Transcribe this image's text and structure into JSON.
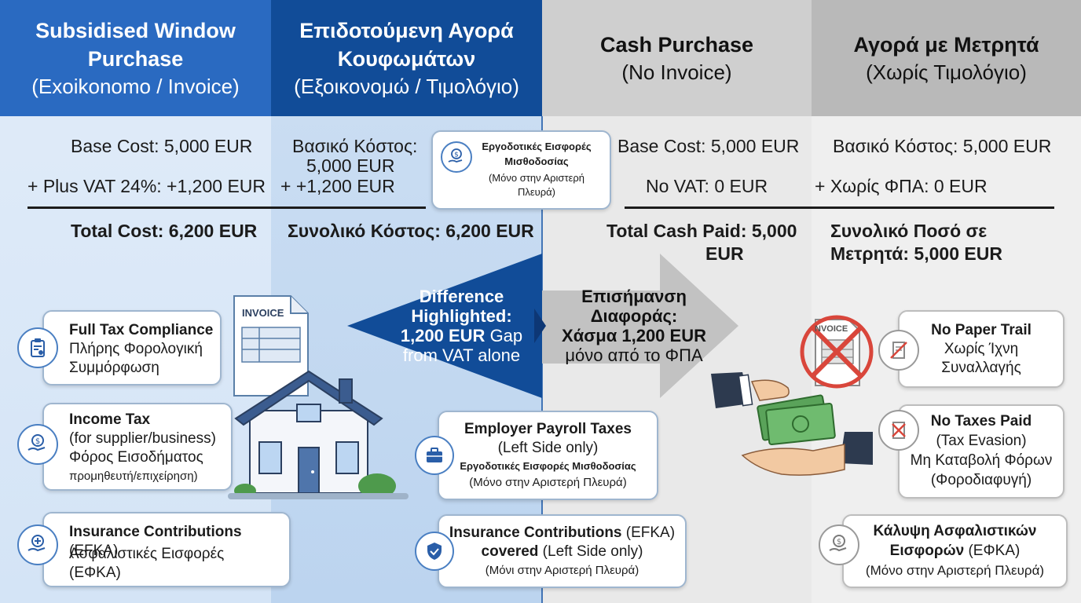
{
  "columns": [
    {
      "title": "Subsidised Window Purchase",
      "subtitle": "(Exoikonomo / Invoice)"
    },
    {
      "title": "Επιδοτούμενη Αγορά Κουφωμάτων",
      "subtitle": "(Εξοικονομώ / Τιμολόγιο)"
    },
    {
      "title": "Cash Purchase",
      "subtitle": "(No Invoice)"
    },
    {
      "title": "Αγορά με Μετρητά",
      "subtitle": "(Χωρίς Τιμολόγιο)"
    }
  ],
  "costs": {
    "col1": {
      "base": "Base Cost: 5,000 EUR",
      "vat": "+ Plus VAT 24%: +1,200 EUR",
      "total": "Total Cost: 6,200 EUR"
    },
    "col2": {
      "base_l1": "Βασικό Κόστος:",
      "base_l2": "5,000 EUR",
      "vat": "+ +1,200 EUR",
      "total": "Συνολικό Κόστος: 6,200 EUR"
    },
    "col3": {
      "base": "Base Cost: 5,000 EUR",
      "vat": "No VAT: 0 EUR",
      "total_l1": "Total Cash Paid: 5,000",
      "total_l2": "EUR"
    },
    "col4": {
      "base": "Βασικό Κόστος: 5,000 EUR",
      "vat": "+ Χωρίς ΦΠΑ: 0 EUR",
      "total_l1": "Συνολικό Ποσό σε",
      "total_l2": "Μετρητά: 5,000 EUR"
    }
  },
  "top_card": {
    "title_l1": "Εργοδοτικές Εισφορές",
    "title_l2": "Μισθοδοσίας",
    "note_l1": "(Μόνο στην Αριστερή",
    "note_l2": "Πλευρά)"
  },
  "arrows": {
    "left": {
      "l1": "Difference",
      "l2": "Highlighted:",
      "l3_bold": "1,200 EUR",
      "l3_rest": " Gap",
      "l4": "from VAT alone"
    },
    "right": {
      "l1": "Επισήμανση",
      "l2": "Διαφοράς:",
      "l3": "Χάσμα 1,200 EUR",
      "l4": "μόνο από το ΦΠΑ"
    }
  },
  "invoice_label": "INVOICE",
  "invoice_label_crossed": "NVOICE",
  "left_cards": [
    {
      "title": "Full Tax Compliance",
      "l1": "Πλήρης Φορολογική",
      "l2": "Συμμόρφωση"
    },
    {
      "title": "Income Tax",
      "l1": "(for supplier/business)",
      "l2": "Φόρος Εισοδήματος",
      "l3": "προμηθευτή/επιχείρηση)"
    },
    {
      "title": "Insurance Contributions",
      "title_rest": " (EFKA)",
      "l1": "Ασφαλιστικές Εισφορές",
      "l2": "(ΕΦΚΑ)"
    }
  ],
  "center_cards": [
    {
      "title": "Employer Payroll Taxes",
      "l1": "(Left Side only)",
      "l2": "Εργοδοτικές Εισφορές Μισθοδοσίας",
      "l3": "(Μόνο στην Αριστερή Πλευρά)"
    },
    {
      "title": "Insurance Contributions",
      "title_rest": " (EFKA)",
      "l1_bold": "covered",
      "l1_rest": " (Left Side only)",
      "l2": "(Μόνι στην Αριστερή Πλευρά)"
    }
  ],
  "right_cards": [
    {
      "title": "No Paper Trail",
      "l1": "Χωρίς Ίχνη",
      "l2": "Συναλλαγής"
    },
    {
      "title": "No Taxes Paid",
      "l1": "(Tax Evasion)",
      "l2": "Μη Καταβολή Φόρων",
      "l3": "(Φοροδιαφυγή)"
    },
    {
      "title_l1": "Κάλυψη Ασφαλιστικών",
      "title_l2": "Εισφορών",
      "title_rest": " (ΕΦΚΑ)",
      "l1": "(Μόνο στην Αριστερή Πλευρά)"
    }
  ],
  "colors": {
    "blue_light": "#2a6ac1",
    "blue_dark": "#114c98",
    "grey_header": "#cfcfcf",
    "grey_header_dark": "#b9b9b9",
    "cross_red": "#d9463b"
  }
}
